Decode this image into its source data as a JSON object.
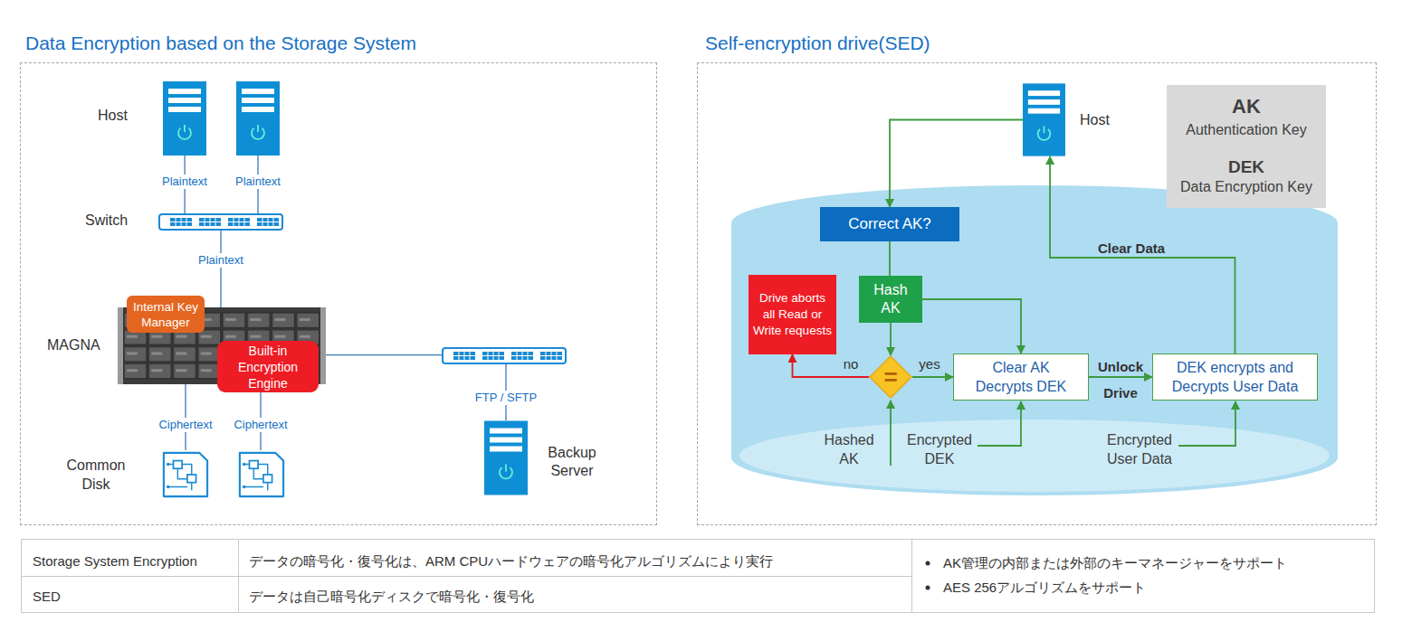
{
  "diagram": {
    "nodes": [
      {
        "text": [
          "Data Encryption based on the Storage System"
        ]
      },
      {
        "text": [
          "Host"
        ],
        "in": 0
      },
      {
        "text": [
          "Switch"
        ],
        "in": 0
      },
      {
        "text": [
          "MAGNA"
        ],
        "in": 0
      },
      {
        "text": [
          "Internal Key Manager"
        ],
        "in": 3
      },
      {
        "text": [
          "Built-in Encryption Engine"
        ],
        "in": 3
      },
      {
        "text": [
          "Common Disk"
        ],
        "in": 0
      },
      {
        "text": [
          "Backup Server"
        ],
        "in": 0
      },
      {
        "text": [
          "Self-encryption drive(SED)"
        ]
      },
      {
        "text": [
          "Host"
        ],
        "in": 8
      },
      {
        "text": [
          "AK",
          "Authentication Key",
          "DEK",
          "Data Encryption Key"
        ],
        "in": 8
      },
      {
        "text": [
          "Correct AK?"
        ],
        "in": 8
      },
      {
        "text": [
          "Hash AK"
        ],
        "in": 8
      },
      {
        "text": [
          "Drive aborts all Read or Write requests"
        ],
        "in": 8
      },
      {
        "text": [
          "="
        ],
        "in": 8
      },
      {
        "text": [
          "Clear AK Decrypts DEK"
        ],
        "in": 8
      },
      {
        "text": [
          "DEK encrypts and Decrypts User Data"
        ],
        "in": 8
      }
    ],
    "edges": [
      {
        "from": 1,
        "to": 2,
        "label": "Plaintext",
        "arrow": "none"
      },
      {
        "from": 1,
        "to": 2,
        "label": "Plaintext",
        "arrow": "none"
      },
      {
        "from": 2,
        "to": 3,
        "label": "Plaintext",
        "arrow": "none"
      },
      {
        "from": 3,
        "to": 6,
        "label": "Ciphertext",
        "arrow": "none"
      },
      {
        "from": 3,
        "to": 6,
        "label": "Ciphertext",
        "arrow": "none"
      },
      {
        "from": 3,
        "to": 7,
        "label": "FTP / SFTP",
        "arrow": "none"
      },
      {
        "from": 9,
        "to": 11,
        "arrow": "to"
      },
      {
        "from": 11,
        "to": 12,
        "arrow": "none"
      },
      {
        "from": 12,
        "to": 14,
        "arrow": "to"
      },
      {
        "from": 12,
        "to": 15,
        "arrow": "to"
      },
      {
        "from": 14,
        "to": 13,
        "label": "no",
        "arrow": "to"
      },
      {
        "from": 14,
        "to": 15,
        "label": "yes",
        "arrow": "to"
      },
      {
        "from": 15,
        "to": 16,
        "label": "Unlock Drive",
        "arrow": "to"
      },
      {
        "from": 16,
        "to": 9,
        "label": "Clear Data",
        "arrow": "to"
      }
    ],
    "labels": [
      "Hashed AK",
      "Encrypted DEK",
      "Encrypted User Data",
      "Storage System Encryption",
      "データの暗号化・復号化は、ARM CPUハードウェアの暗号化アルゴリズムにより実行",
      "SED",
      "データは自己暗号化ディスクで暗号化・復号化",
      "AK管理の内部または外部のキーマネージャーをサポート",
      "AES 256アルゴリズムをサポート"
    ]
  }
}
